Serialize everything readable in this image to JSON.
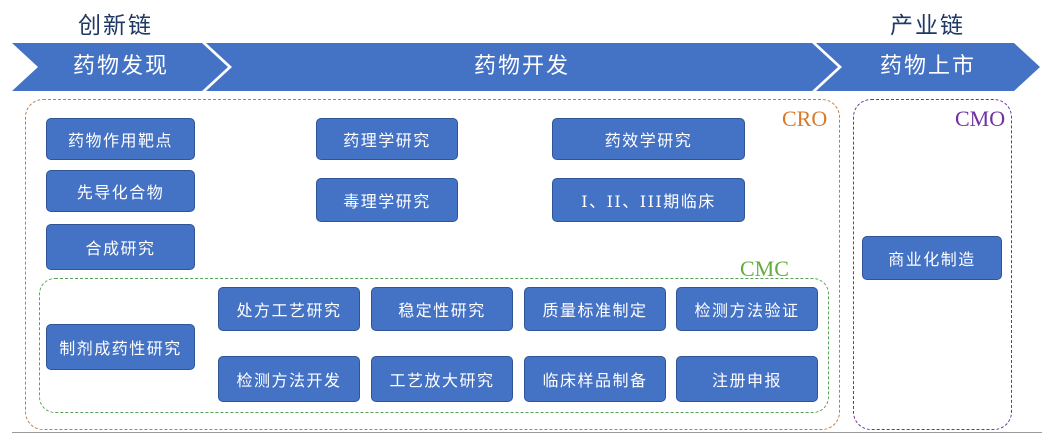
{
  "header": {
    "innovation_chain": "创新链",
    "industry_chain": "产业链"
  },
  "stages": {
    "discovery": "药物发现",
    "development": "药物开发",
    "launch": "药物上市"
  },
  "groups": {
    "cro": "CRO",
    "cmo": "CMO",
    "cmc": "CMC"
  },
  "discovery_items": [
    "药物作用靶点",
    "先导化合物",
    "合成研究"
  ],
  "development_items": {
    "pharmacology": "药理学研究",
    "toxicology": "毒理学研究",
    "pharmacodynamics": "药效学研究",
    "clinical_phases": "I、II、III期临床"
  },
  "cmc": {
    "formulation": "制剂成药性研究",
    "row1": [
      "处方工艺研究",
      "稳定性研究",
      "质量标准制定",
      "检测方法验证"
    ],
    "row2": [
      "检测方法开发",
      "工艺放大研究",
      "临床样品制备",
      "注册申报"
    ]
  },
  "cmo_items": [
    "商业化制造"
  ],
  "colors": {
    "arrow": "#4472c4",
    "box": "#4472c4",
    "cro_border": "#c77a3c",
    "cmo_border": "#7030a0",
    "cmc_border": "#5aa25a"
  }
}
